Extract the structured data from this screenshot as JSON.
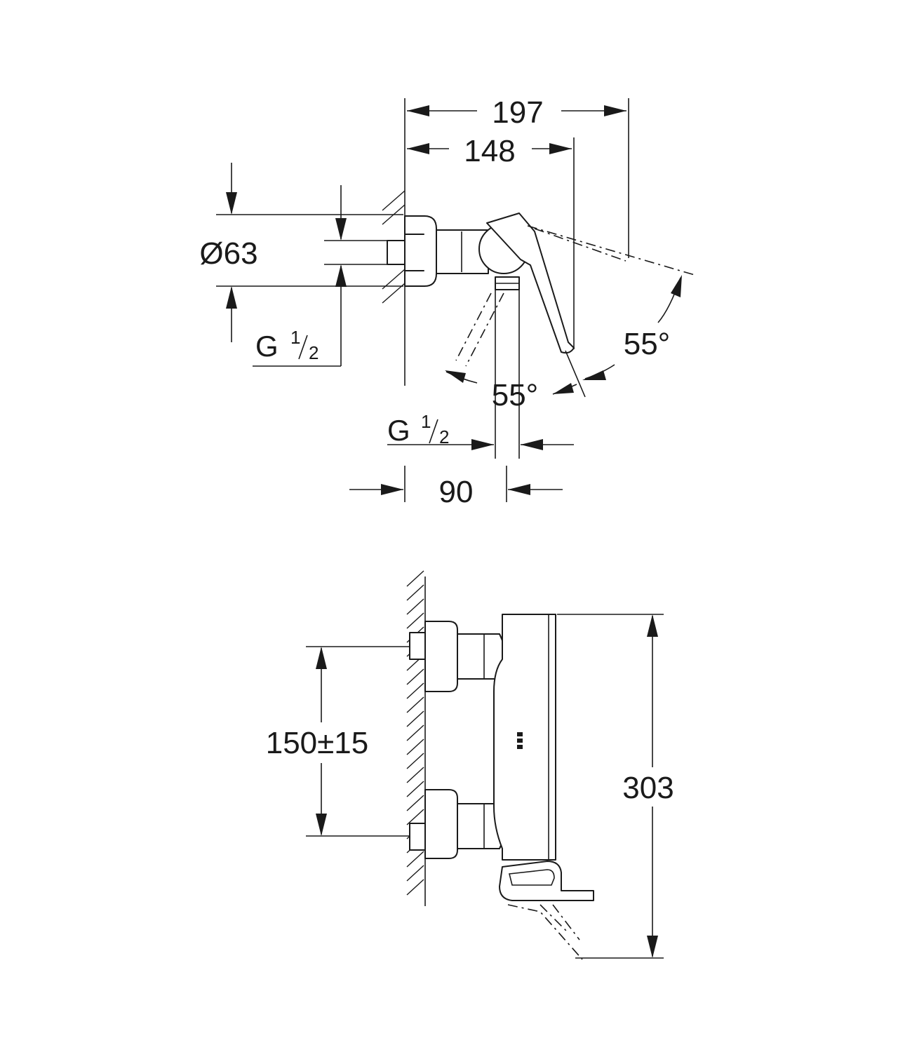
{
  "top_view": {
    "dim_overall_width": "197",
    "dim_handle_width": "148",
    "dim_diameter": "Ø63",
    "dim_inlet_thread": {
      "letter": "G",
      "numerator": "1",
      "denominator": "2"
    },
    "dim_outlet_thread": {
      "letter": "G",
      "numerator": "1",
      "denominator": "2"
    },
    "dim_angle_right": "55°",
    "dim_angle_left": "55°",
    "dim_outlet_offset": "90"
  },
  "side_view": {
    "dim_inlet_spacing": "150±15",
    "dim_height": "303"
  }
}
